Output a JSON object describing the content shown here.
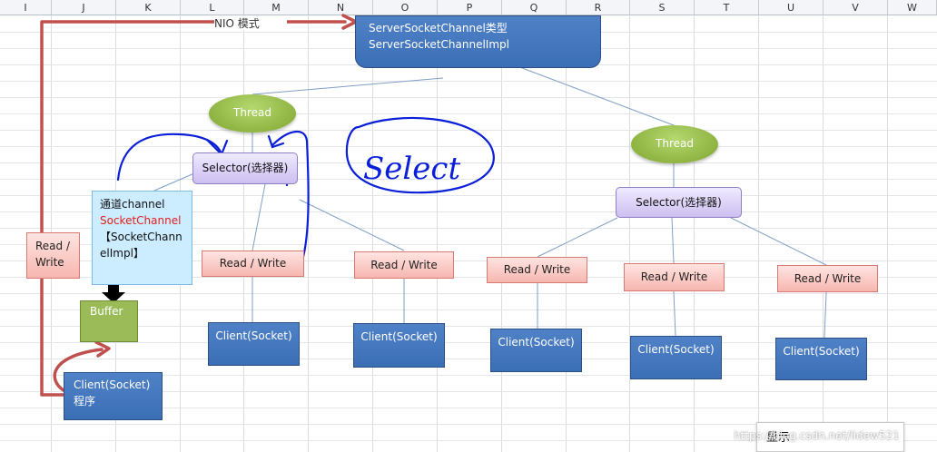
{
  "columns": [
    "I",
    "J",
    "K",
    "L",
    "M",
    "N",
    "O",
    "P",
    "Q",
    "R",
    "S",
    "T",
    "U",
    "V",
    "W"
  ],
  "title_label": "NIO 模式",
  "server": {
    "line1": "ServerSocketChannel类型",
    "line2": "ServerSocketChannelImpl"
  },
  "thread_left": "Thread",
  "thread_right": "Thread",
  "selector_left": "Selector(选择器)",
  "selector_right": "Selector(选择器)",
  "handwriting": "Select",
  "channel": {
    "line1": "通道channel",
    "line2": "SocketChannel",
    "line3": "【SocketChann",
    "line4": "elImpl】"
  },
  "rw_left": {
    "line1": "Read /",
    "line2": "Write"
  },
  "rw_labels": [
    "Read / Write",
    "Read / Write",
    "Read / Write",
    "Read / Write",
    "Read / Write"
  ],
  "buffer": "Buffer",
  "client_program": {
    "line1": "Client(Socket)",
    "line2": "程序"
  },
  "clients": [
    "Client(Socket)",
    "Client(Socket)",
    "Client(Socket)",
    "Client(Socket)",
    "Client(Socket)"
  ],
  "popup_label": "显示",
  "watermark": "https://blog.csdn.net/lidew521",
  "colors": {
    "box_blue": "#3b6fb5",
    "arrow_red": "#c0504d",
    "ink_blue": "#0a1fd8",
    "thread_green": "#8bb83a",
    "selector_lavender": "#cdbff0",
    "rw_pink": "#f7b6b0",
    "buffer_green": "#9bbb59",
    "channel_blue": "#ccecff"
  }
}
